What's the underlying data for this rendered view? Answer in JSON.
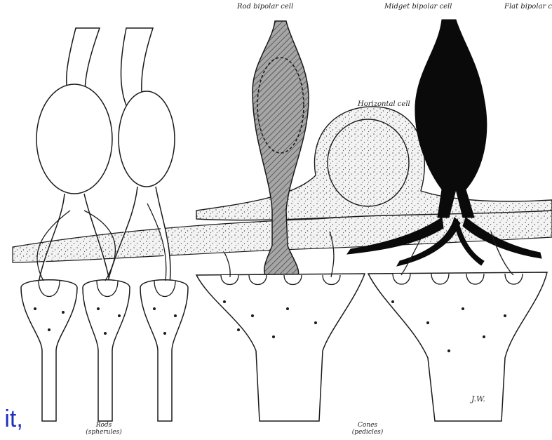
{
  "labels": {
    "rod_bipolar": "Rod bipolar cell",
    "midget_bipolar": "Midget bipolar cell",
    "flat_bipolar": "Flat bipolar cell",
    "horizontal": "Horizontal cell",
    "rods": "Rods",
    "rods_sub": "(spherules)",
    "cones": "Cones",
    "cones_sub": "(pedicles)",
    "signature": "J.W."
  },
  "caption": {
    "text": "e it,",
    "color": "#1f2fbf"
  },
  "colors": {
    "line": "#1a1a1a",
    "stipple_fill": "#efefef",
    "midget_fill": "#9a9a9a",
    "flat_fill": "#0a0a0a"
  }
}
